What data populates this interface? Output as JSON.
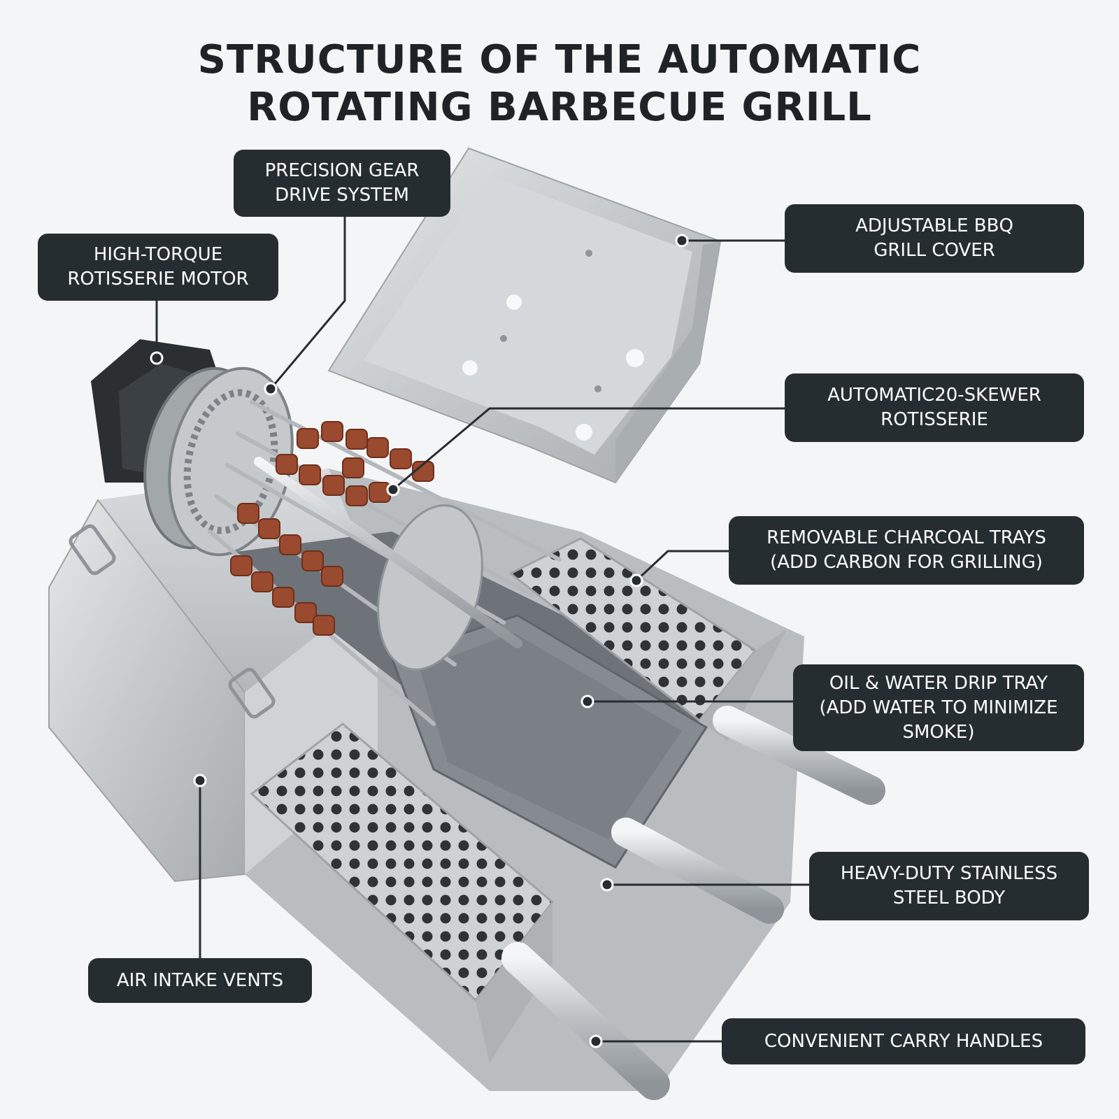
{
  "title": {
    "line1": "STRUCTURE OF THE AUTOMATIC",
    "line2": "ROTATING BARBECUE GRILL"
  },
  "callouts": {
    "gear": {
      "line1": "PRECISION GEAR",
      "line2": "DRIVE SYSTEM"
    },
    "motor": {
      "line1": "HIGH-TORQUE",
      "line2": "ROTISSERIE MOTOR"
    },
    "cover": {
      "line1": "ADJUSTABLE BBQ",
      "line2": "GRILL COVER"
    },
    "skewer": {
      "line1": "AUTOMATIC20-SKEWER",
      "line2": "ROTISSERIE"
    },
    "charcoal": {
      "line1": "REMOVABLE CHARCOAL TRAYS",
      "line2": "(ADD CARBON FOR GRILLING)"
    },
    "drip": {
      "line1": "OIL & WATER DRIP TRAY",
      "line2": "(ADD WATER TO MINIMIZE",
      "line3": "SMOKE)"
    },
    "body": {
      "line1": "HEAVY-DUTY STAINLESS",
      "line2": "STEEL BODY"
    },
    "vents": {
      "line1": "AIR INTAKE VENTS"
    },
    "handles": {
      "line1": "CONVENIENT CARRY HANDLES"
    }
  },
  "colors": {
    "background": "#f4f5f6",
    "label_bg": "#262d31",
    "label_text": "#ffffff",
    "title_text": "#1f2326",
    "steel": "#c9ccce",
    "meat": "#9a4a2e"
  }
}
